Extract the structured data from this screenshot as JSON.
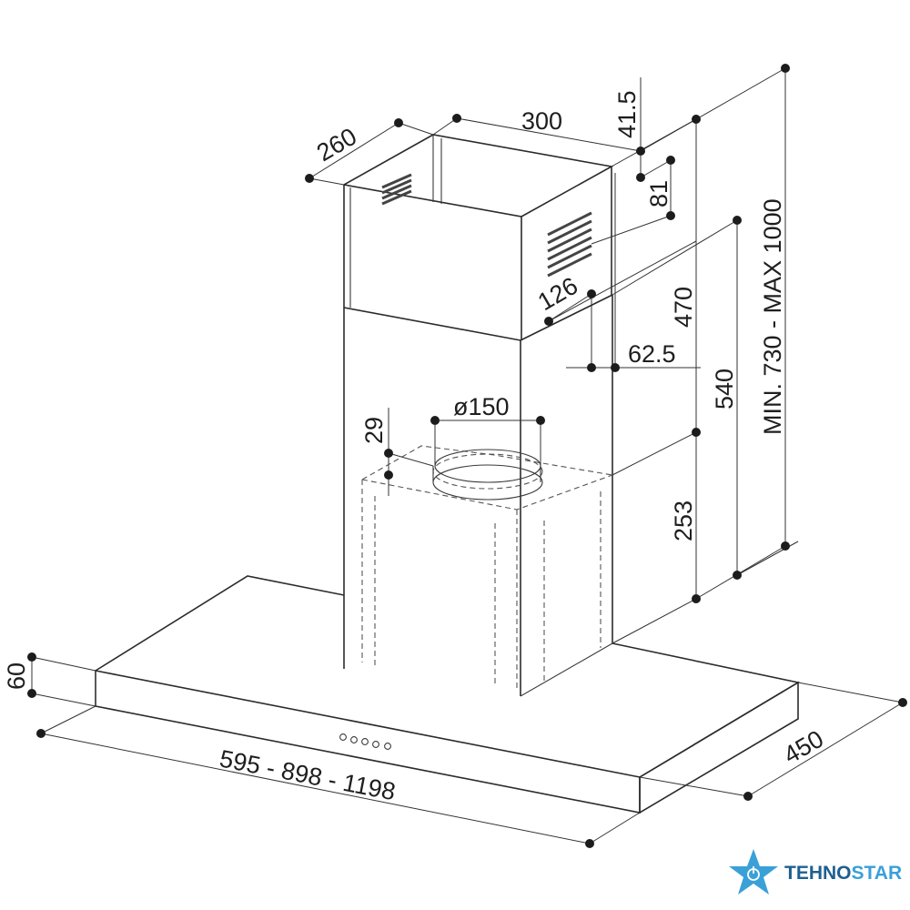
{
  "dimensions": {
    "d260": "260",
    "d300": "300",
    "d41_5": "41.5",
    "d81": "81",
    "d126": "126",
    "d470": "470",
    "d62_5": "62.5",
    "d540": "540",
    "dminmax": "MIN. 730 - MAX 1000",
    "d150": "ø150",
    "d29": "29",
    "d253": "253",
    "d60": "60",
    "d450": "450",
    "dwidth": "595 - 898 - 1198"
  },
  "brand": {
    "part1": "TEHNO",
    "part2": "STAR",
    "colors": {
      "accent": "#3aa0d8",
      "dark": "#1f5f8f"
    },
    "icon": "star-power-icon"
  },
  "control_panel": {
    "button_count": 5
  }
}
